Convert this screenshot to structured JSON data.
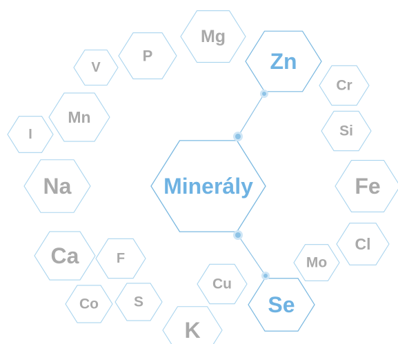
{
  "center": {
    "label": "Minerály"
  },
  "elements": [
    {
      "symbol": "Mg",
      "highlight": false
    },
    {
      "symbol": "Zn",
      "highlight": true
    },
    {
      "symbol": "P",
      "highlight": false
    },
    {
      "symbol": "V",
      "highlight": false
    },
    {
      "symbol": "Mn",
      "highlight": false
    },
    {
      "symbol": "I",
      "highlight": false
    },
    {
      "symbol": "Cr",
      "highlight": false
    },
    {
      "symbol": "Si",
      "highlight": false
    },
    {
      "symbol": "Na",
      "highlight": false
    },
    {
      "symbol": "Fe",
      "highlight": false
    },
    {
      "symbol": "Cl",
      "highlight": false
    },
    {
      "symbol": "Ca",
      "highlight": false
    },
    {
      "symbol": "F",
      "highlight": false
    },
    {
      "symbol": "Mo",
      "highlight": false
    },
    {
      "symbol": "Co",
      "highlight": false
    },
    {
      "symbol": "S",
      "highlight": false
    },
    {
      "symbol": "Cu",
      "highlight": false
    },
    {
      "symbol": "Se",
      "highlight": true
    },
    {
      "symbol": "K",
      "highlight": false
    }
  ],
  "links": [
    {
      "from": "center",
      "to": "Zn"
    },
    {
      "from": "center",
      "to": "Se"
    }
  ]
}
